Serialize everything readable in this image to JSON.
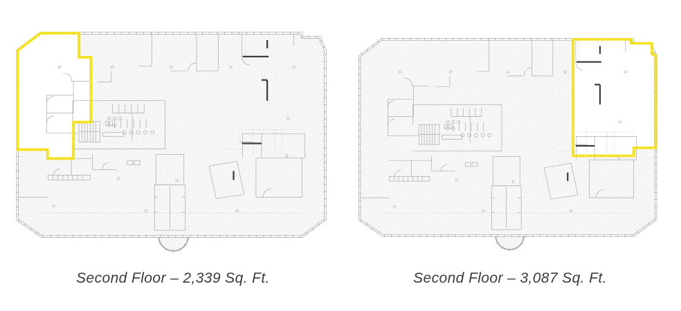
{
  "plans": [
    {
      "side": "left",
      "caption": "Second Floor – 2,339 Sq. Ft."
    },
    {
      "side": "right",
      "caption": "Second Floor – 3,087 Sq. Ft."
    }
  ],
  "colors": {
    "highlight_yellow": "#f4e11b",
    "hatch_line": "#cbcbcb",
    "wall_gray": "#9d9d9d",
    "detail_gray": "#a8a8a8",
    "bold_wall": "#3d3d3d",
    "caption_text": "#3a3a3a",
    "background": "#ffffff"
  }
}
